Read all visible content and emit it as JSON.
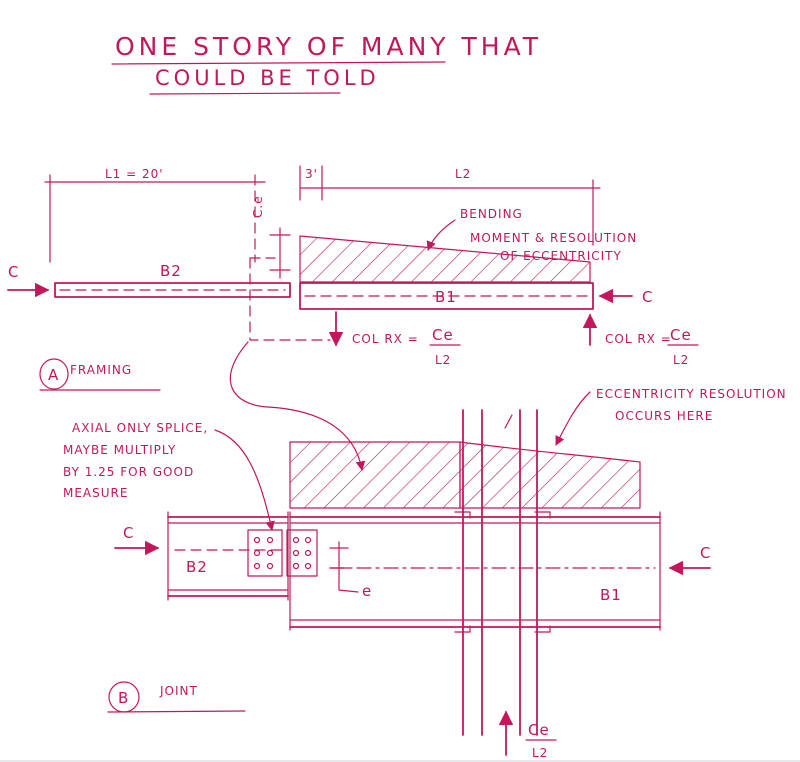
{
  "title": {
    "line1": "ONE STORY OF MANY THAT",
    "line2": "COULD BE TOLD"
  },
  "framing": {
    "l1": "L1 = 20'",
    "l2": "L2",
    "splice_dim": "3'",
    "ecc_dim": "C.e",
    "bending_note": [
      "BENDING",
      "MOMENT & RESOLUTION",
      "OF ECCENTRICITY"
    ],
    "beam_b2": "B2",
    "beam_b1": "B1",
    "force_left": "C",
    "force_right": "C",
    "col_rx_left": "COL RX =",
    "col_rx_right": "COL RX =",
    "frac_num": "Ce",
    "frac_den": "L2"
  },
  "section_a": {
    "marker": "A",
    "label": "FRAMING"
  },
  "joint": {
    "splice_note": [
      "AXIAL ONLY SPLICE,",
      "MAYBE MULTIPLY",
      "BY 1.25 FOR GOOD",
      "MEASURE"
    ],
    "ecc_note": [
      "ECCENTRICITY RESOLUTION",
      "OCCURS HERE"
    ],
    "force_left": "C",
    "force_right": "C",
    "beam_b2": "B2",
    "beam_b1": "B1",
    "ecc": "e",
    "frac_num": "Ce",
    "frac_den": "L2"
  },
  "section_b": {
    "marker": "B",
    "label": "JOINT"
  },
  "colors": {
    "ink": "#c2185b",
    "paper": "#ffffff"
  }
}
